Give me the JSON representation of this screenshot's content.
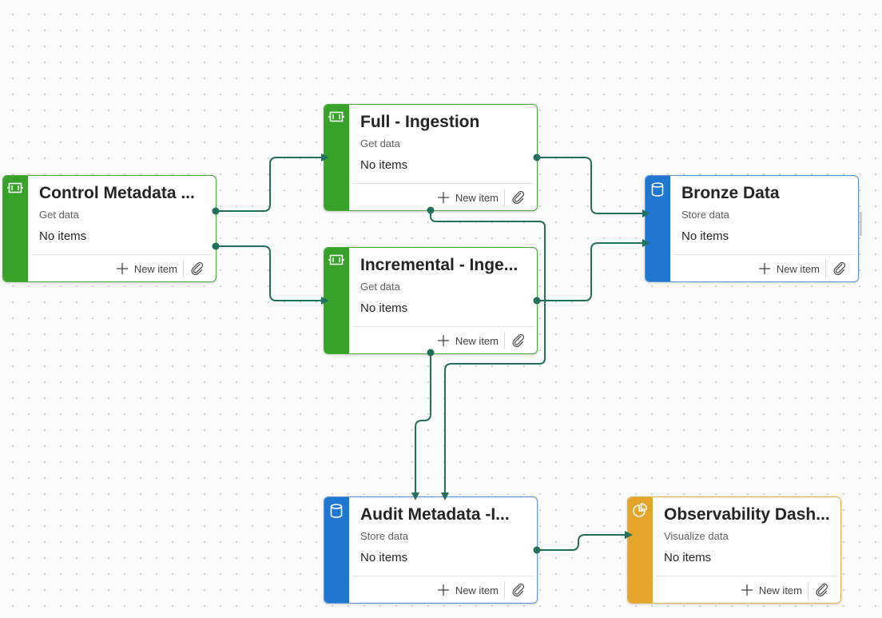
{
  "nodes": [
    {
      "id": "control",
      "kind": "ingest",
      "title": "Control Metadata ...",
      "subtitle": "Get data",
      "status": "No items",
      "new_item_label": "New item",
      "accent": "#37a12a",
      "icon": "pipeline-icon"
    },
    {
      "id": "full",
      "kind": "ingest",
      "title": "Full - Ingestion",
      "subtitle": "Get data",
      "status": "No items",
      "new_item_label": "New item",
      "accent": "#37a12a",
      "icon": "pipeline-icon"
    },
    {
      "id": "incremental",
      "kind": "ingest",
      "title": "Incremental - Inge...",
      "subtitle": "Get data",
      "status": "No items",
      "new_item_label": "New item",
      "accent": "#37a12a",
      "icon": "pipeline-icon"
    },
    {
      "id": "bronze",
      "kind": "store",
      "title": "Bronze Data",
      "subtitle": "Store data",
      "status": "No items",
      "new_item_label": "New item",
      "accent": "#1f77d2",
      "icon": "database-icon"
    },
    {
      "id": "audit",
      "kind": "store",
      "title": "Audit Metadata -I...",
      "subtitle": "Store data",
      "status": "No items",
      "new_item_label": "New item",
      "accent": "#1f77d2",
      "icon": "database-icon"
    },
    {
      "id": "observability",
      "kind": "viz",
      "title": "Observability Dash...",
      "subtitle": "Visualize data",
      "status": "No items",
      "new_item_label": "New item",
      "accent": "#e5a52a",
      "icon": "pie-chart-icon"
    }
  ],
  "edges": [
    {
      "from": "control",
      "to": "full"
    },
    {
      "from": "control",
      "to": "incremental"
    },
    {
      "from": "full",
      "to": "bronze"
    },
    {
      "from": "incremental",
      "to": "bronze"
    },
    {
      "from": "full",
      "to": "audit"
    },
    {
      "from": "incremental",
      "to": "audit"
    },
    {
      "from": "audit",
      "to": "observability"
    }
  ],
  "colors": {
    "connector": "#216f5c",
    "ingest": "#37a12a",
    "store": "#1f77d2",
    "viz": "#e5a52a"
  }
}
